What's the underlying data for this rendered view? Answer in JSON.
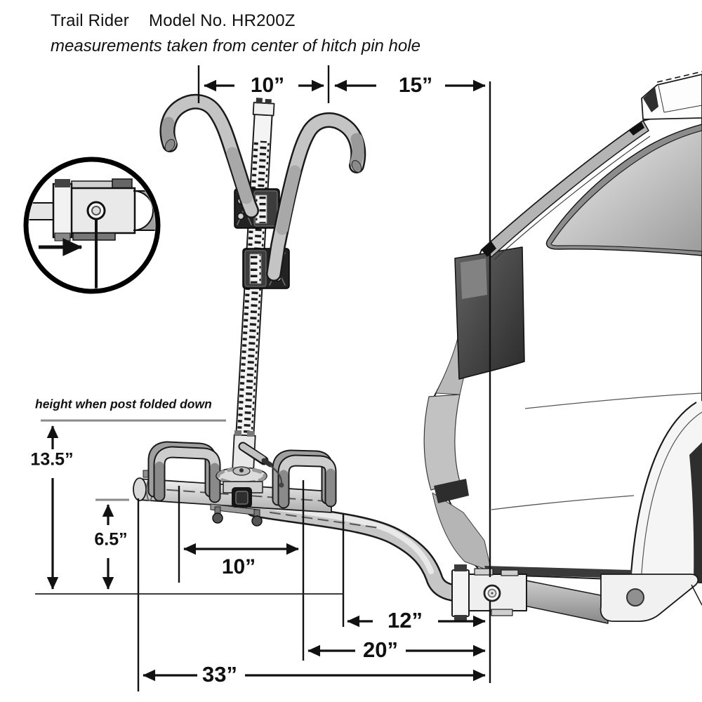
{
  "title": {
    "product": "Trail Rider",
    "model": "Model No. HR200Z",
    "subtitle": "measurements taken from center of hitch pin hole"
  },
  "dimensions": {
    "note": "height when post folded down",
    "top_hook_spacing": "10”",
    "top_hook_to_pin": "15”",
    "folded_height": "13.5”",
    "ground_clearance": "6.5”",
    "cradle_spacing": "10”",
    "bottom_inner": "12”",
    "bottom_middle": "20”",
    "bottom_outer": "33”"
  },
  "colors": {
    "line": "#1a1a1a",
    "dim_text": "#111111",
    "reference_gray": "#8a8a8a",
    "background": "#ffffff"
  }
}
